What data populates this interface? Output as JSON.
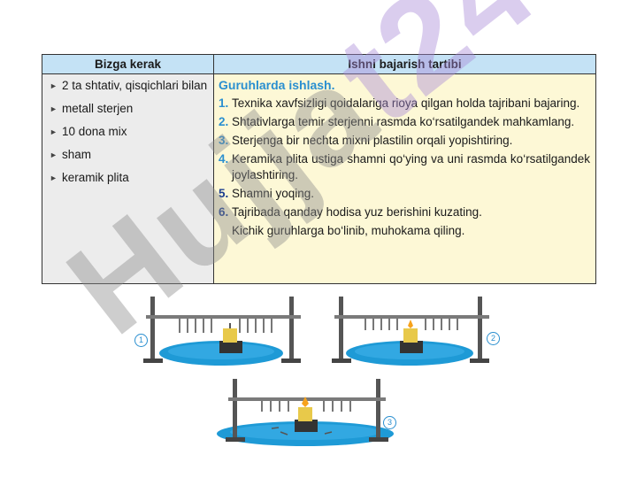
{
  "table": {
    "col1_header": "Bizga kerak",
    "col2_header": "Ishni bajarish tartibi",
    "requirements": [
      "2 ta  shtativ, qisqichlari bilan",
      "metall sterjen",
      "10 dona mix",
      "sham",
      "keramik plita"
    ],
    "section_title": "Guruhlarda ishlash.",
    "steps": [
      {
        "num": "1.",
        "text": "Texnika xavfsizligi qoidalariga rioya qilgan holda tajribani bajaring."
      },
      {
        "num": "2.",
        "text": "Shtativlarga temir sterjenni rasmda ko‘rsatilgandek mahkamlang."
      },
      {
        "num": "3.",
        "text": "Sterjenga bir nechta mixni plastilin orqali yopishtiring."
      },
      {
        "num": "4.",
        "text": "Keramika plita ustiga shamni qo‘ying va uni rasmda ko‘rsatilgandek joylashtiring."
      },
      {
        "num": "5.",
        "text": "Shamni yoqing."
      },
      {
        "num": "6.",
        "text": "Tajribada qanday hodisa yuz berishini kuzating."
      }
    ],
    "closing": "Kichik guruhlarga bo‘linib, muhokama qiling."
  },
  "figures": [
    {
      "label": "1"
    },
    {
      "label": "2"
    },
    {
      "label": "3"
    }
  ],
  "watermark": {
    "part1": "Hujja",
    "part2": "t24"
  },
  "colors": {
    "header_bg": "#c4e2f5",
    "left_bg": "#ececec",
    "right_bg": "#fdf8d6",
    "accent": "#2a8fd0",
    "water": "#1e9ad6"
  }
}
